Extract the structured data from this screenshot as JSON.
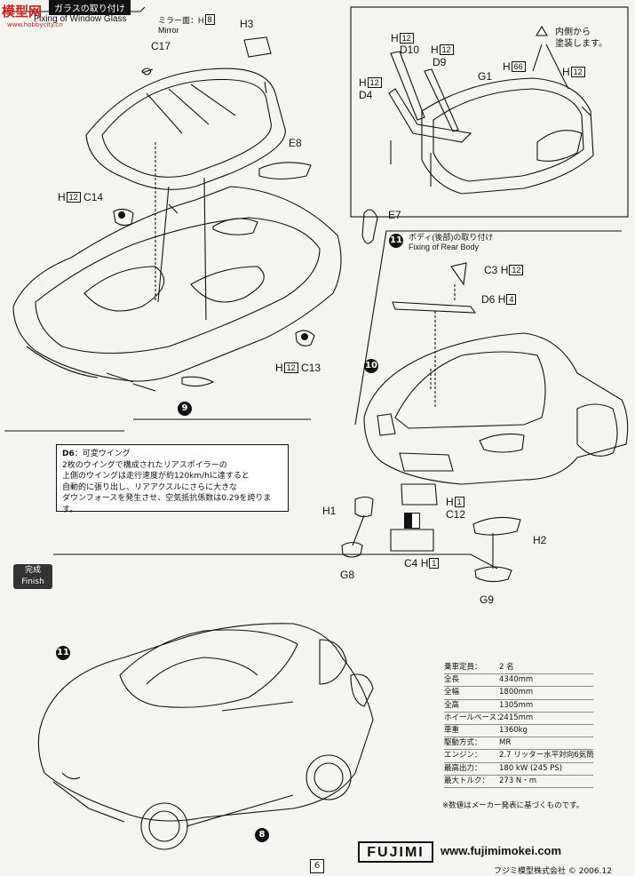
{
  "watermark": {
    "text": "模型网",
    "sub": "www.hobbycity.cn"
  },
  "step_window": {
    "title": "ガラスの取り付け",
    "subtitle": "Fixing of Window Glass"
  },
  "mirror": {
    "label": "ミラー面：H",
    "box": "8",
    "en": "Mirror"
  },
  "parts_left": {
    "h3": "H3",
    "c17": "C17",
    "e8": "E8",
    "e7": "E7",
    "c14": "C14",
    "c14_box": "12",
    "c13": "C13",
    "c13_box": "12",
    "h_prefix": "H"
  },
  "inset": {
    "note_line1": "内側から",
    "note_line2": "塗装します。",
    "d10": "D10",
    "d9": "D9",
    "d4": "D4",
    "g1": "G1",
    "h12a": "12",
    "h12b": "12",
    "h12c": "12",
    "h12d": "12",
    "h66": "66",
    "h": "H"
  },
  "step_numbers": {
    "nine": "9",
    "ten": "10",
    "eleven": "11",
    "eight": "8"
  },
  "step_rear": {
    "title": "ボディ(後部)の取り付け",
    "subtitle": "Fixing of Rear Body"
  },
  "parts_rear": {
    "c3": "C3",
    "c3_box": "12",
    "d6": "D6",
    "d6_box": "4",
    "h1_right": "H",
    "h1_box": "1",
    "c12": "C12",
    "h1_left": "H1",
    "h2": "H2",
    "g8": "G8",
    "g9": "G9",
    "c4": "C4",
    "c4_box": "1",
    "h": "H"
  },
  "d6_note": {
    "title": "D6",
    "title_rest": "：可変ウイング",
    "lines": [
      "2枚のウイングで構成されたリアスポイラーの",
      "上側のウイングは走行速度が約120km/hに達すると",
      "自動的に張り出し、リアアクスルにさらに大きな",
      "ダウンフォースを発生させ、空気抵抗係数は0.29を誇ります。"
    ]
  },
  "finish": {
    "ja": "完成",
    "en": "Finish"
  },
  "specs": [
    {
      "k": "乗車定員：",
      "v": "2 名"
    },
    {
      "k": "全長",
      "v": "4340mm"
    },
    {
      "k": "全幅",
      "v": "1800mm"
    },
    {
      "k": "全高",
      "v": "1305mm"
    },
    {
      "k": "ホイールベース：",
      "v": "2415mm"
    },
    {
      "k": "車重",
      "v": "1360kg"
    },
    {
      "k": "駆動方式：",
      "v": "MR"
    },
    {
      "k": "エンジン：",
      "v": "2.7 リッター水平対向6気筒"
    },
    {
      "k": "最高出力：",
      "v": "180 kW (245 PS)"
    },
    {
      "k": "最大トルク：",
      "v": "273 N・m"
    }
  ],
  "spec_note": "※数値はメーカー発表に基づくものです。",
  "footer": {
    "brand": "FUJIMI",
    "url": "www.fujimimokei.com",
    "page": "6",
    "copyright": "フジミ模型株式会社 © 2006.12"
  }
}
